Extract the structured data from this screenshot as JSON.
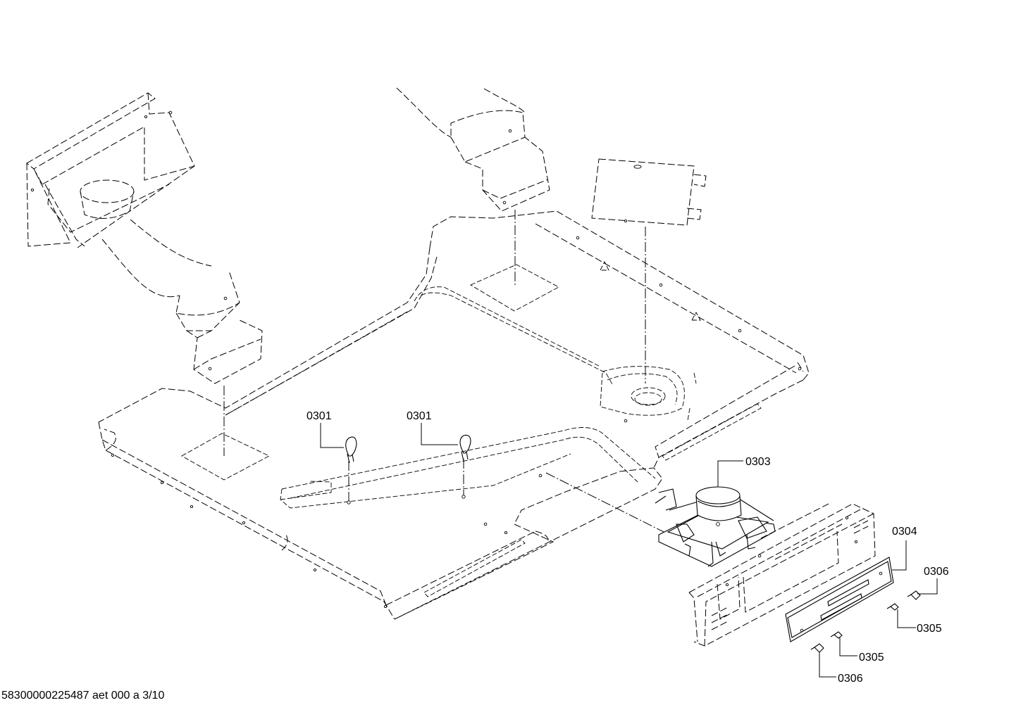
{
  "callouts": {
    "clip_left": "0301",
    "clip_right": "0301",
    "thermostat": "0303",
    "cover_plate": "0304",
    "screw_upper_right": "0306",
    "screw_right": "0305",
    "screw_center": "0305",
    "screw_lower": "0306"
  },
  "footer": {
    "document_code": "58300000225487 aet 000 a 3/10"
  }
}
